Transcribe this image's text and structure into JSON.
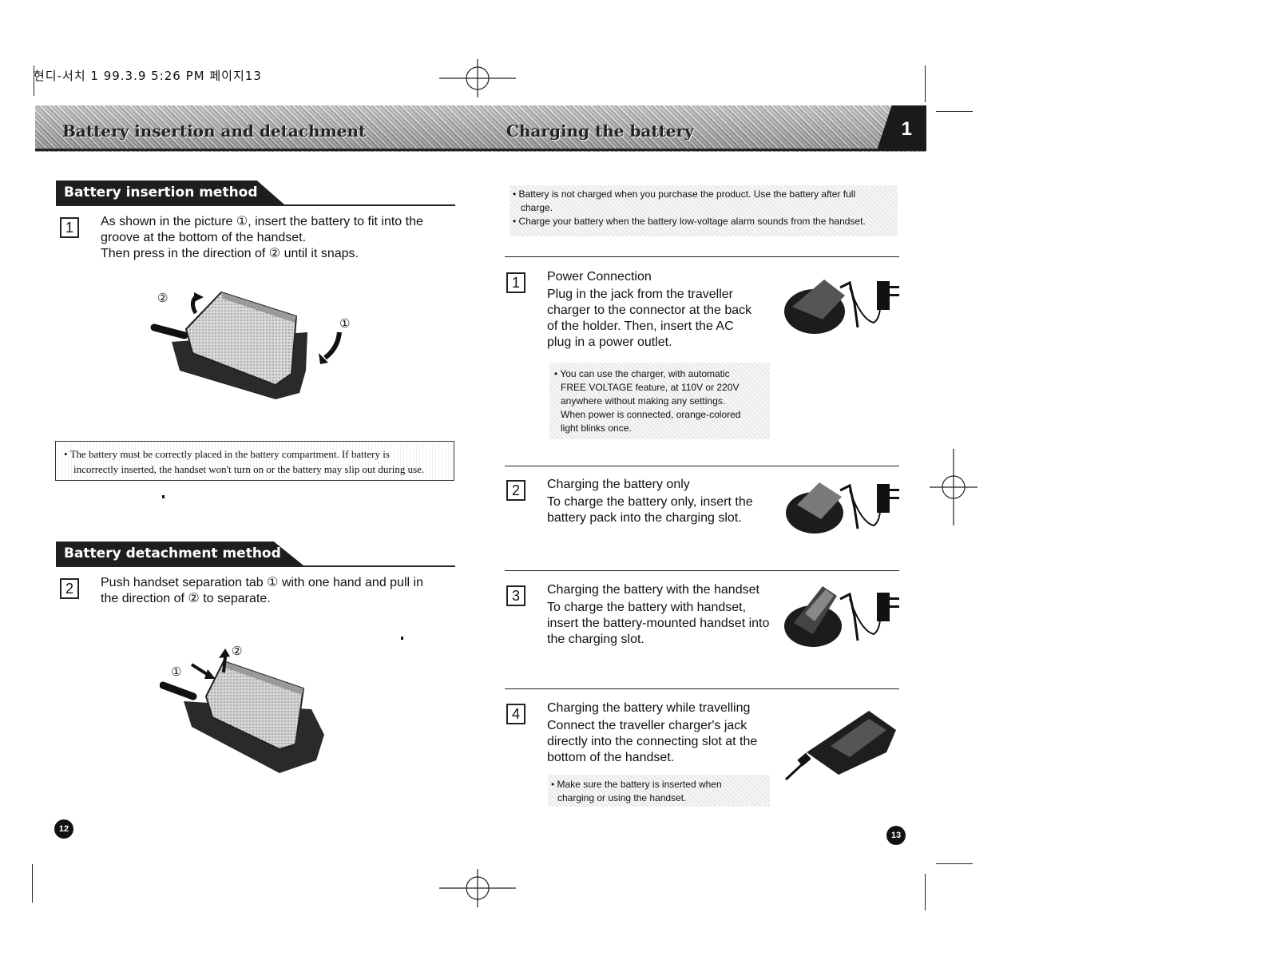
{
  "header": {
    "slug": "현디-서치 1  99.3.9 5:26 PM  페이지13",
    "left_title": "Battery insertion and detachment",
    "right_title": "Charging the battery",
    "chapter_number": "1"
  },
  "left": {
    "insertion": {
      "heading": "Battery insertion method",
      "step_number": "1",
      "text_line1": "As shown in the picture ①, insert the battery to fit into the",
      "text_line2": "groove at the bottom of the handset.",
      "text_line3": "Then press in the direction of ② until it snaps.",
      "callout_1": "①",
      "callout_2": "②"
    },
    "note_line1": "• The battery must be correctly placed in the battery compartment. If battery is",
    "note_line2": "incorrectly inserted, the handset won't turn on or the battery may slip out during use.",
    "detachment": {
      "heading": "Battery detachment method",
      "step_number": "2",
      "text_line1": "Push handset separation tab ① with one hand and pull in",
      "text_line2": "the direction of ② to separate.",
      "callout_1": "①",
      "callout_2": "②"
    },
    "page_number": "12"
  },
  "right": {
    "intro_line1": "• Battery is not charged when you purchase the product. Use the battery after full",
    "intro_line2": "charge.",
    "intro_line3": "• Charge your battery when the battery low-voltage alarm sounds from the handset.",
    "steps": [
      {
        "number": "1",
        "title": "Power Connection",
        "lines": [
          "Plug in the jack from the traveller",
          "charger to the connector at the back",
          "of the holder. Then, insert the AC",
          "plug in a power outlet."
        ],
        "note": [
          "• You can use the charger, with automatic",
          "FREE VOLTAGE feature, at 110V or 220V",
          "anywhere without making any settings.",
          "When power is connected, orange-colored",
          "light blinks once."
        ]
      },
      {
        "number": "2",
        "title": "Charging the battery only",
        "lines": [
          "To charge the battery only, insert the",
          "battery pack into the charging slot."
        ]
      },
      {
        "number": "3",
        "title": "Charging the battery with the handset",
        "lines": [
          "To charge the battery with handset,",
          "insert the battery-mounted handset into",
          "the charging slot."
        ]
      },
      {
        "number": "4",
        "title": "Charging the battery while travelling",
        "lines": [
          "Connect the traveller charger's jack",
          "directly into the connecting slot at the",
          "bottom of the handset."
        ],
        "note": [
          "• Make sure the battery is inserted when",
          "charging or using the handset."
        ]
      }
    ],
    "page_number": "13"
  }
}
